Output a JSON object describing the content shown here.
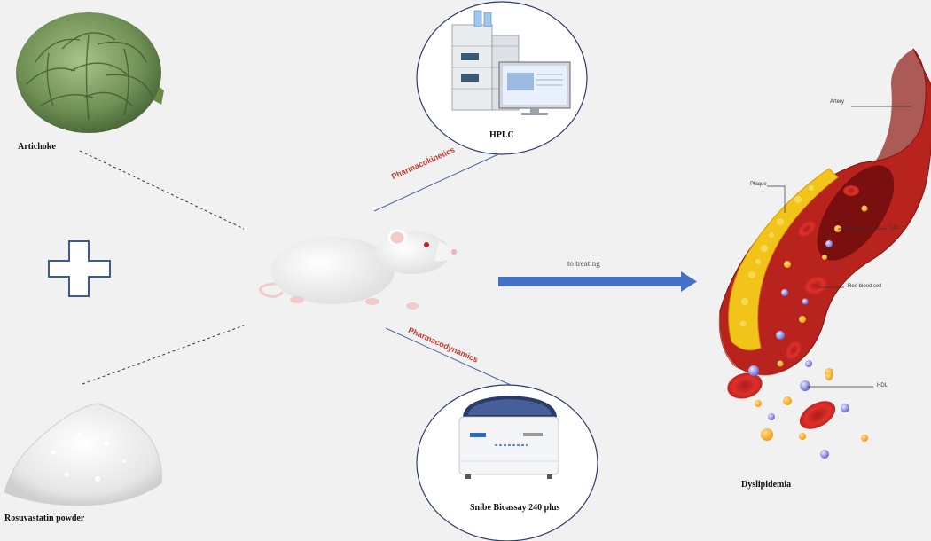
{
  "labels": {
    "artichoke": "Artichoke",
    "rosuvastatin": "Rosuvastatin powder",
    "hplc": "HPLC",
    "bioassay": "Snibe Bioassay 240 plus",
    "pharmacokinetics": "Pharmacokinetics",
    "pharmacodynamics": "Pharmacodynamics",
    "to_treating": "to treating",
    "dyslipidemia": "Dyslipidemia"
  },
  "artery_labels": {
    "artery": "Artery",
    "plaque": "Plaque",
    "ldl": "LDL",
    "red_blood_cell": "Red blood cell",
    "hdl": "HDL"
  },
  "icons": {
    "plus": "plus-icon",
    "artichoke": "artichoke-icon",
    "powder": "powder-pile-icon",
    "rat": "rat-icon",
    "hplc": "hplc-instrument-icon",
    "analyzer": "biochemistry-analyzer-icon",
    "artery": "artery-icon"
  },
  "colors": {
    "arrow": "#4472c4",
    "process_label": "#c0392b",
    "artery": "#c0392b",
    "plaque": "#f2c318"
  }
}
